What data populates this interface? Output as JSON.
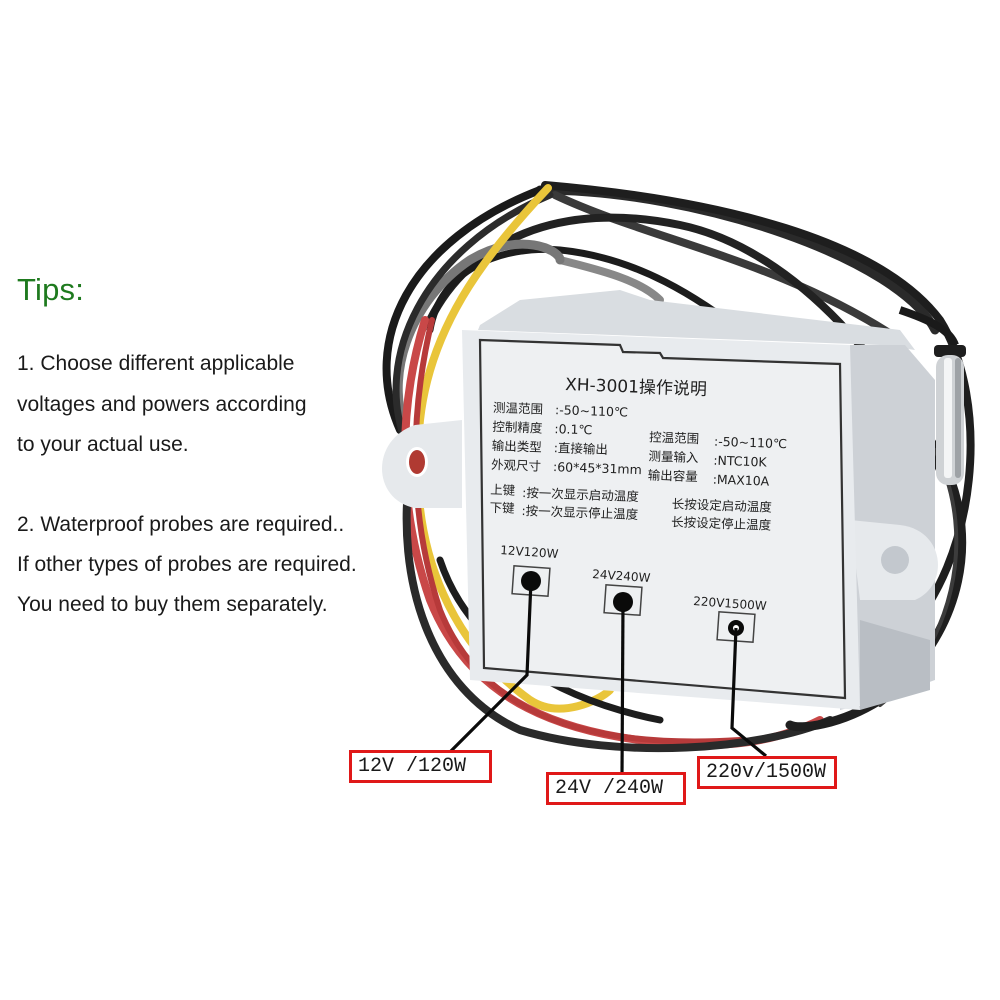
{
  "tips": {
    "title": "Tips:",
    "lines": [
      "1. Choose different applicable",
      "voltages and powers according",
      "to your actual use.",
      "2. Waterproof probes are required..",
      "If other types of probes are required.",
      "You need to buy them separately."
    ]
  },
  "device": {
    "title": "XH-3001操作说明",
    "specs_left": [
      {
        "label": "测温范围",
        "value": ":-50~110℃"
      },
      {
        "label": "控制精度",
        "value": ":0.1℃"
      },
      {
        "label": "输出类型",
        "value": ":直接输出"
      },
      {
        "label": "外观尺寸",
        "value": ":60*45*31mm"
      }
    ],
    "specs_right": [
      {
        "label": "控温范围",
        "value": ":-50~110℃"
      },
      {
        "label": "测量输入",
        "value": ":NTC10K"
      },
      {
        "label": "输出容量",
        "value": ":MAX10A"
      }
    ],
    "keys": [
      {
        "label": "上键",
        "press": ":按一次显示启动温度",
        "hold": "长按设定启动温度"
      },
      {
        "label": "下键",
        "press": ":按一次显示停止温度",
        "hold": "长按设定停止温度"
      }
    ],
    "variants": [
      {
        "label": "12V120W"
      },
      {
        "label": "24V240W"
      },
      {
        "label": "220V1500W"
      }
    ]
  },
  "callouts": [
    {
      "label": "12V /120W"
    },
    {
      "label": "24V /240W"
    },
    {
      "label": "220v/1500W"
    }
  ],
  "colors": {
    "tips_title": "#1e7a1e",
    "callout_border": "#e01818",
    "housing": "#e4e7eb"
  }
}
